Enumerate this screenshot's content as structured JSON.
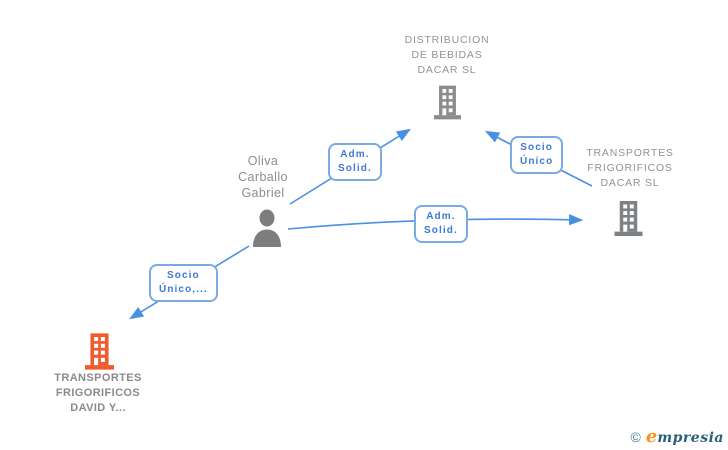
{
  "diagram": {
    "nodes": {
      "company_top": {
        "type": "company",
        "name_lines": [
          "DISTRIBUCION",
          "DE BEBIDAS",
          "DACAR SL"
        ],
        "icon": "building-icon",
        "icon_color": "#8a8d8f"
      },
      "person": {
        "type": "person",
        "name_lines": [
          "Oliva",
          "Carballo",
          "Gabriel"
        ],
        "icon": "person-icon",
        "icon_color": "#7d7d7d"
      },
      "company_right": {
        "type": "company",
        "name_lines": [
          "TRANSPORTES",
          "FRIGORIFICOS",
          "DACAR SL"
        ],
        "icon": "building-icon",
        "icon_color": "#7e8285"
      },
      "company_bottom_left": {
        "type": "company",
        "name_lines": [
          "TRANSPORTES",
          "FRIGORIFICOS",
          "DAVID Y..."
        ],
        "icon": "building-icon",
        "icon_color": "#f15b2e"
      }
    },
    "edges": [
      {
        "label_lines": [
          "Adm.",
          "Solid."
        ],
        "from": "person",
        "arrow_points_to": "company_top"
      },
      {
        "label_lines": [
          "Socio",
          "Único"
        ],
        "from": "company_right",
        "arrow_points_to": "company_top"
      },
      {
        "label_lines": [
          "Adm.",
          "Solid."
        ],
        "from": "person",
        "arrow_points_to": "company_right"
      },
      {
        "label_lines": [
          "Socio",
          "Único,..."
        ],
        "from": "person",
        "arrow_points_to": "company_bottom_left"
      }
    ]
  },
  "footer": {
    "copyright_symbol": "©",
    "brand_first_letter": "e",
    "brand_rest": "mpresia"
  },
  "colors": {
    "edge_line": "#4a90e2",
    "edge_label_border": "#79abe2",
    "edge_label_text": "#3b79d8",
    "company_text": "#909396",
    "person_text": "#8e8e8e",
    "gray_building": "#85888a",
    "orange_building": "#f15b2e",
    "logo_teal": "#2a5f7a",
    "logo_orange": "#f7941d"
  }
}
